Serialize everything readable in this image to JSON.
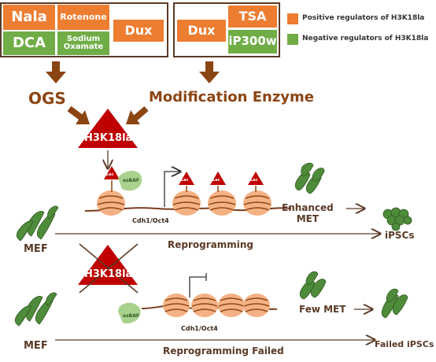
{
  "inhibitor_panel_left": {
    "nala": "Nala",
    "rotenone": "Rotenone",
    "dca": "DCA",
    "sodium_oxamate": "Sodium\nOxamate",
    "dux": "Dux"
  },
  "inhibitor_panel_right": {
    "dux": "Dux",
    "tsa": "TSA",
    "ip300w": "iP300w"
  },
  "legend": {
    "positive": "Positive regulators of H3K18la",
    "negative": "Negative regulators of H3K18la"
  },
  "labels": {
    "ogs": "OGS",
    "modification_enzyme": "Modification Enzyme",
    "h3k18la_top": "H3K18la",
    "h3k18la_bottom": "H3K18la",
    "lac": "Lac",
    "esbaf_top": "esBAF",
    "esbaf_bottom": "esBAF",
    "cdh1_oct4_top": "Cdh1/Oct4",
    "cdh1_oct4_bottom": "Cdh1/Oct4",
    "enhanced_met": "Enhanced\nMET",
    "few_met": "Few MET",
    "mef_top": "MEF",
    "mef_bottom": "MEF",
    "ipscs": "iPSCs",
    "failed_ipscs": "Failed iPSCs",
    "reprogramming": "Reprogramming",
    "reprogramming_failed": "Reprogramming Failed"
  },
  "colors": {
    "positive": "#ED7D31",
    "negative": "#70AD47",
    "brown_arrow": "#8B4513",
    "red_triangle": "#C00000",
    "nucleosome": "#F4B183",
    "cell_green": "#4E8B3A"
  }
}
